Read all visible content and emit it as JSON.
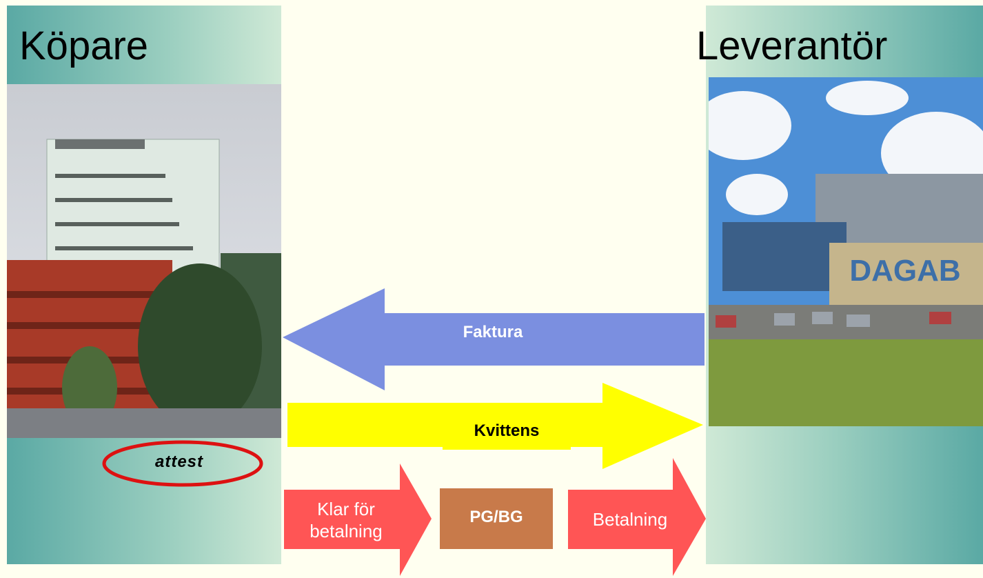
{
  "buyer": {
    "title": "Köpare",
    "annotation": "attest"
  },
  "supplier": {
    "title": "Leverantör",
    "building_sign": "DAGAB"
  },
  "flows": {
    "invoice": "Faktura",
    "receipt": "Kvittens",
    "ready_for_payment": "Klar för betalning",
    "payment_channel": "PG/BG",
    "payment": "Betalning"
  },
  "colors": {
    "invoice_arrow": "#7b8fe0",
    "receipt_arrow": "#ffff00",
    "payment_arrow": "#ff5555",
    "pgbg_box": "#c87a4a",
    "attest_ellipse": "#dd1111"
  }
}
